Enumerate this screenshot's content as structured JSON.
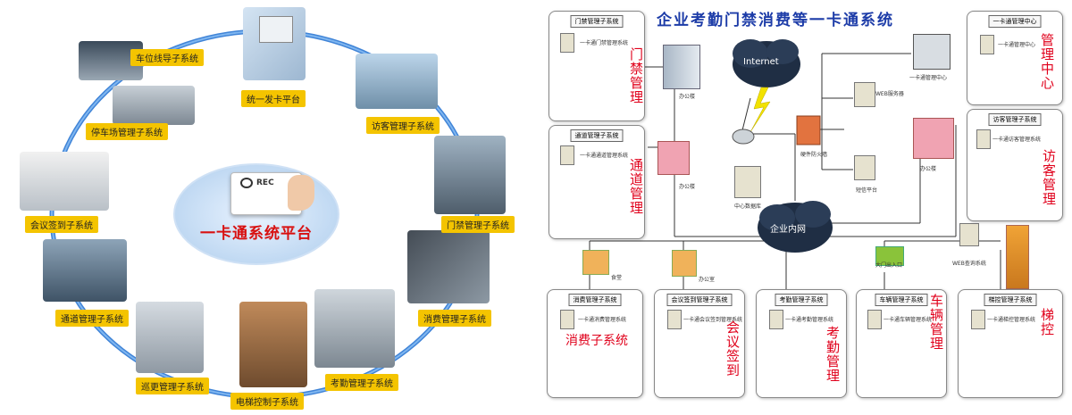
{
  "left_diagram": {
    "center_label": "一卡通系统平台",
    "card_brand": "REC",
    "subsystems": [
      {
        "key": "parking_guide",
        "label": "车位线导子系统"
      },
      {
        "key": "card_issue",
        "label": "统一发卡平台"
      },
      {
        "key": "visitor",
        "label": "访客管理子系统"
      },
      {
        "key": "parking",
        "label": "停车场管理子系统"
      },
      {
        "key": "access",
        "label": "门禁管理子系统"
      },
      {
        "key": "meeting",
        "label": "会议签到子系统"
      },
      {
        "key": "consume",
        "label": "消费管理子系统"
      },
      {
        "key": "channel",
        "label": "通道管理子系统"
      },
      {
        "key": "patrol",
        "label": "巡更管理子系统"
      },
      {
        "key": "elevator",
        "label": "电梯控制子系统"
      },
      {
        "key": "attendance",
        "label": "考勤管理子系统"
      }
    ]
  },
  "right_diagram": {
    "title": "企业考勤门禁消费等一卡通系统",
    "internet_label": "Internet",
    "intranet_label": "企业内网",
    "boxes": {
      "access": {
        "title": "门禁管理子系统",
        "red": "门禁管理",
        "server": "一卡通门禁管理系统"
      },
      "channel": {
        "title": "通道管理子系统",
        "red": "通道管理",
        "server": "一卡通通道管理系统"
      },
      "center": {
        "title": "一卡通管理中心",
        "red": "管理中心",
        "server": "一卡通管理中心"
      },
      "visitor": {
        "title": "访客管理子系统",
        "red": "访客管理",
        "server": "一卡通访客管理系统"
      },
      "consume": {
        "title": "消费管理子系统",
        "red": "消费子系统",
        "server": "一卡通消费管理系统"
      },
      "meeting": {
        "title": "会议签到管理子系统",
        "red": "会议签到",
        "server": "一卡通会议签到管理系统"
      },
      "attendance": {
        "title": "考勤管理子系统",
        "red": "考勤管理",
        "server": "一卡通考勤管理系统"
      },
      "vehicle": {
        "title": "车辆管理子系统",
        "red": "车辆管理",
        "server": "一卡通车辆管理系统"
      },
      "elevator": {
        "title": "梯控管理子系统",
        "red": "梯控",
        "server": "一卡通梯控管理系统"
      }
    },
    "nodes": {
      "office1": "办公楼",
      "office2": "办公楼",
      "office3": "办公楼",
      "mgmt_center": "一卡通管理中心",
      "web_server": "WEB服务器",
      "firewall": "硬件防火墙",
      "sms": "短信平台",
      "db": "中心数据库",
      "canteen": "食堂",
      "office4": "办公室",
      "gate": "大门出入口",
      "web_query": "WEB查询系统"
    }
  }
}
